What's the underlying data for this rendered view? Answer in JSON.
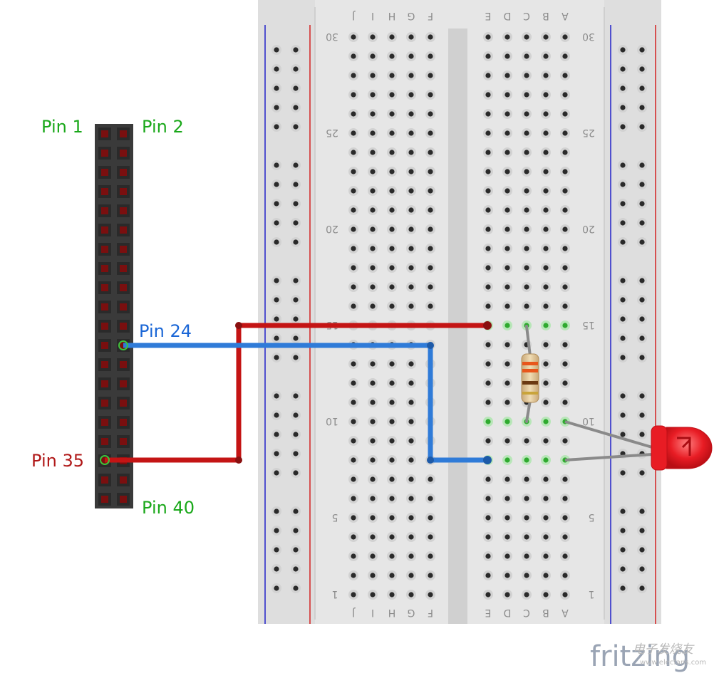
{
  "colors": {
    "green_label": "#1aa81a",
    "blue_label": "#1a66d6",
    "red_label": "#b01818",
    "wire_red": "#c41414",
    "wire_blue": "#2f7bd8",
    "led": "#e81c24",
    "breadboard": "#e6e6e6",
    "header": "#3a3a3a",
    "pin_red": "#7a0f0f",
    "rail_red": "#d42020",
    "rail_blue": "#2020c8"
  },
  "labels": {
    "pin1": "Pin 1",
    "pin2": "Pin 2",
    "pin24": "Pin 24",
    "pin35": "Pin 35",
    "pin40": "Pin 40"
  },
  "breadboard": {
    "columns_left": [
      "J",
      "I",
      "H",
      "G",
      "F"
    ],
    "columns_right": [
      "E",
      "D",
      "C",
      "B",
      "A"
    ],
    "row_numbers": [
      "30",
      "25",
      "20",
      "15",
      "10",
      "5",
      "1"
    ]
  },
  "logo": {
    "brand": "fritzing",
    "watermark": "电子发烧友",
    "url": "www.elecfans.com"
  }
}
